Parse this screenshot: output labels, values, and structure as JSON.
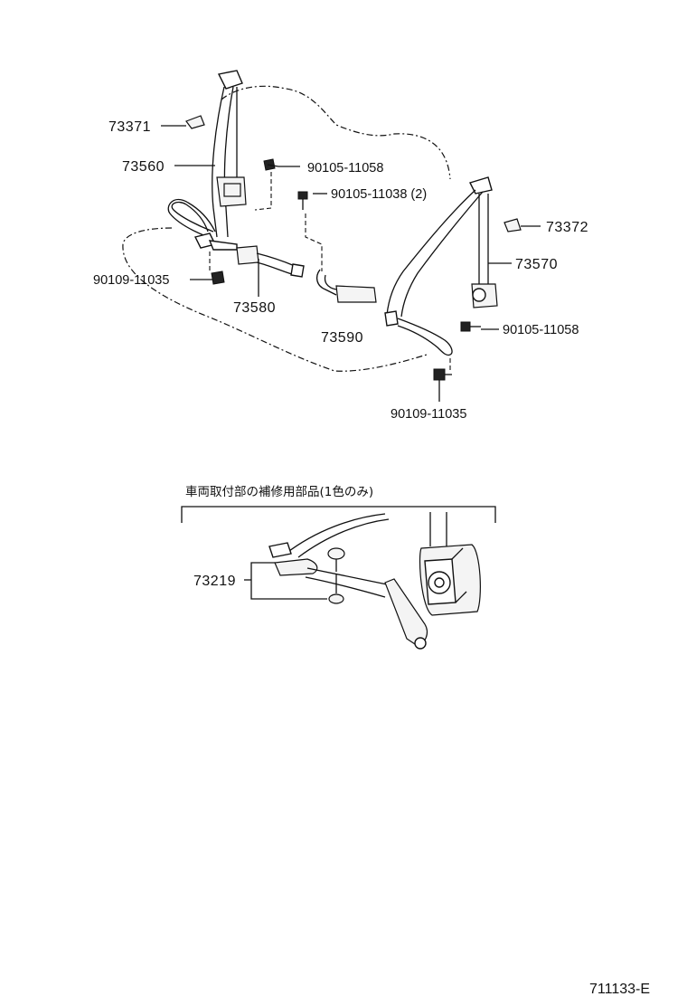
{
  "labels": {
    "p73371": "73371",
    "p73560": "73560",
    "p90105_11058_a": "90105-11058",
    "p90105_11038": "90105-11038 (2)",
    "p73372": "73372",
    "p73570": "73570",
    "p90109_11035_a": "90109-11035",
    "p73580": "73580",
    "p73590": "73590",
    "p90105_11058_b": "90105-11058",
    "p90109_11035_b": "90109-11035",
    "p73219": "73219"
  },
  "repair_note": "車両取付部の補修用部品(1色のみ)",
  "figure_code": "711133-E"
}
